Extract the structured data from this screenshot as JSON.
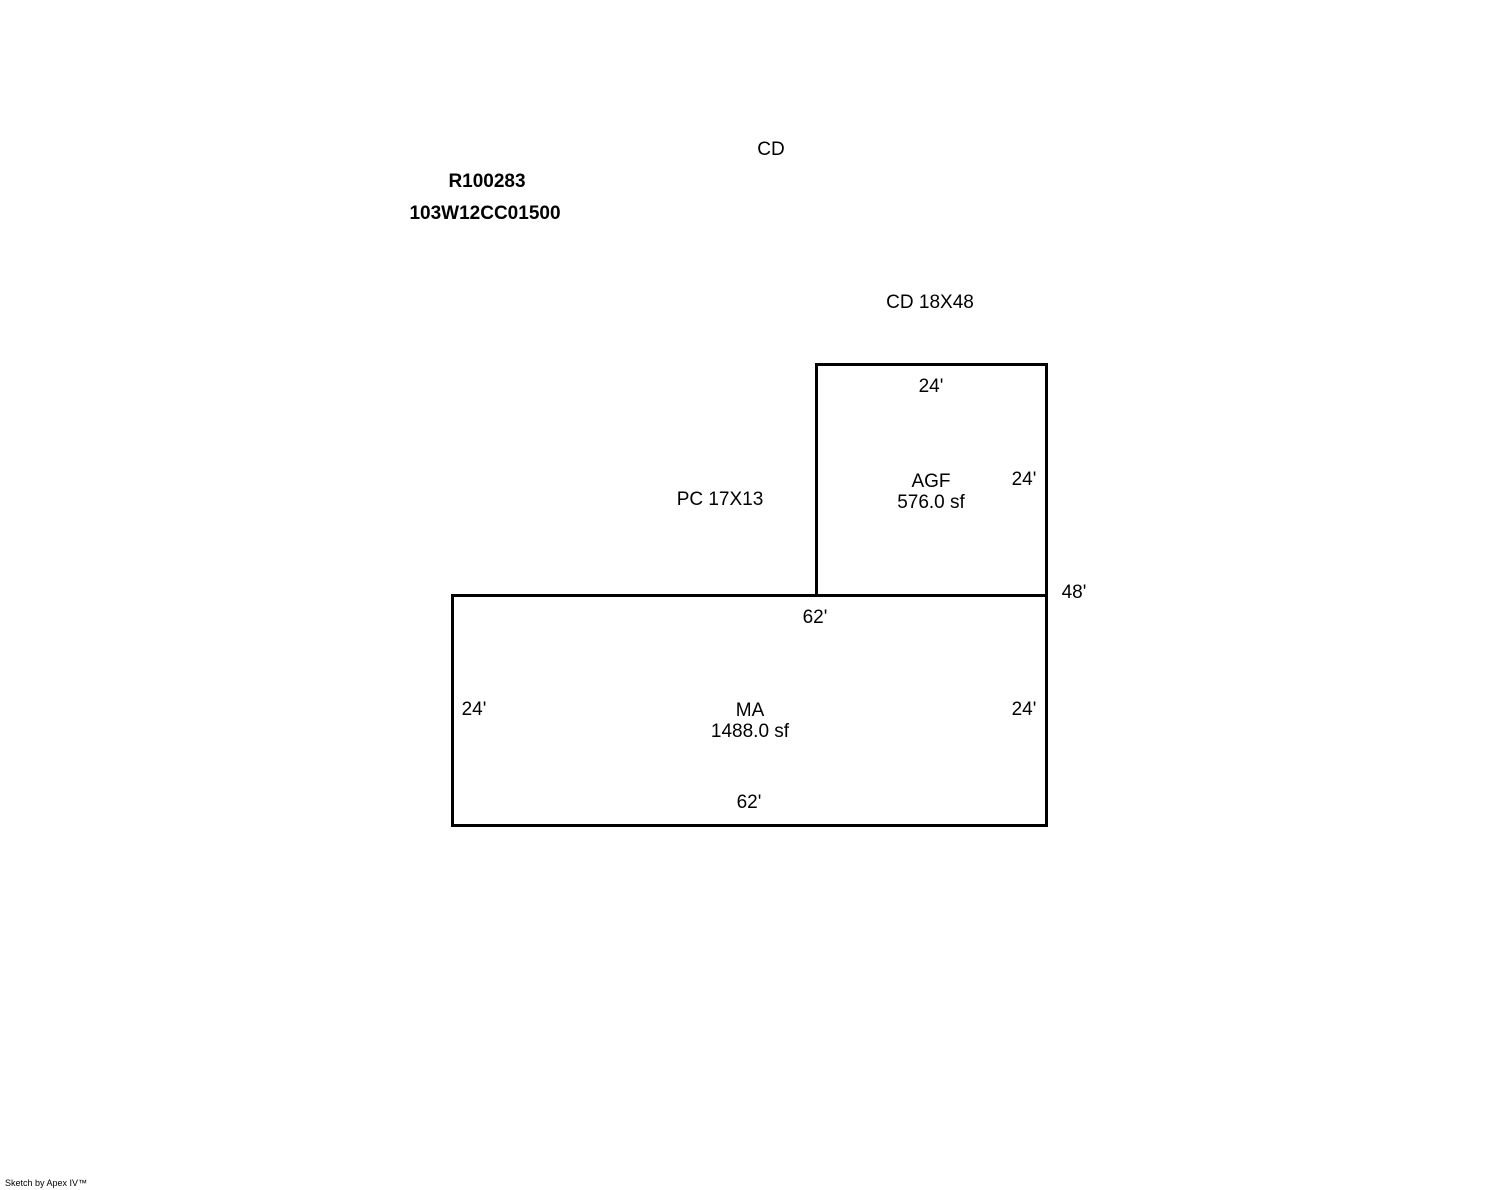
{
  "header": {
    "parcel_id": "R100283",
    "map_tax_lot": "103W12CC01500"
  },
  "labels": {
    "cd_top": "CD",
    "cd_dims": "CD 18X48",
    "pc_dims": "PC 17X13"
  },
  "rooms": {
    "agf": {
      "name": "AGF",
      "area": "576.0 sf",
      "top_dim": "24'",
      "right_dim": "24'"
    },
    "ma": {
      "name": "MA",
      "area": "1488.0 sf",
      "top_dim": "62'",
      "bottom_dim": "62'",
      "left_dim": "24'",
      "right_dim": "24'"
    }
  },
  "overall_dim": "48'",
  "footer": {
    "credit": "Sketch by Apex IV™"
  }
}
